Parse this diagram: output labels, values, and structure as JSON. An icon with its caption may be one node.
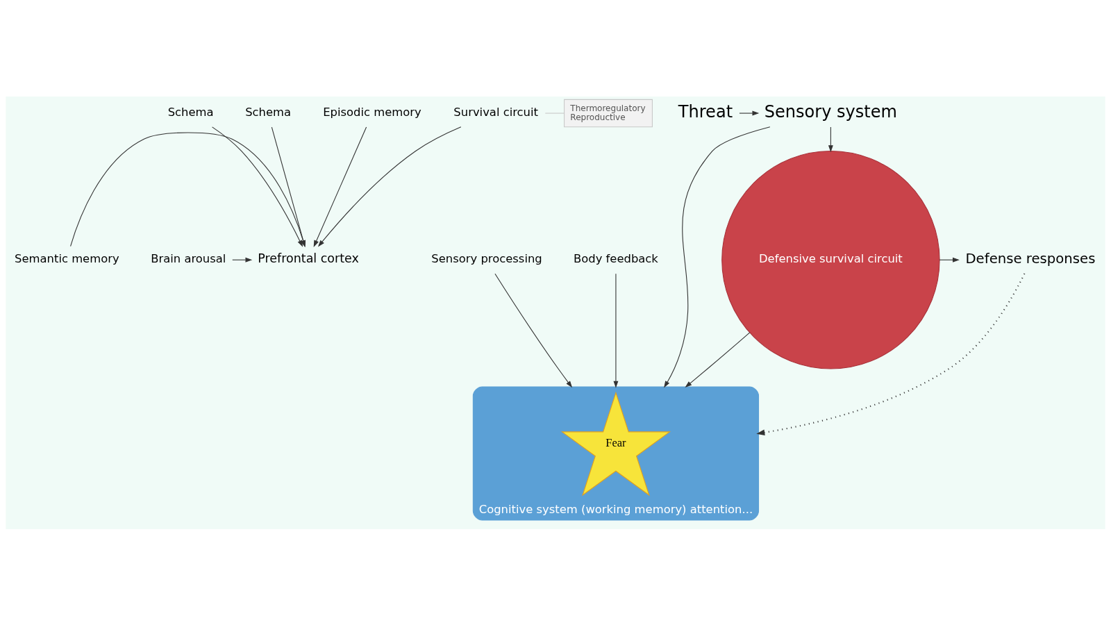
{
  "diagram": {
    "nodes": [
      {
        "text": [
          "Schema"
        ]
      },
      {
        "text": [
          "Schema"
        ]
      },
      {
        "text": [
          "Episodic memory"
        ]
      },
      {
        "text": [
          "Survival circuit"
        ]
      },
      {
        "text": [
          "Thermoregulatory",
          "Reproductive"
        ]
      },
      {
        "text": [
          "Semantic memory"
        ]
      },
      {
        "text": [
          "Prefrontal cortex"
        ]
      },
      {
        "text": [
          "Brain arousal"
        ]
      },
      {
        "text": [
          "Sensory processing"
        ]
      },
      {
        "text": [
          "Cognitive system (working memory) attention..."
        ]
      },
      {
        "text": [
          "Fear"
        ],
        "in": 9
      },
      {
        "text": [
          "Body feedback"
        ]
      },
      {
        "text": [
          "Threat"
        ]
      },
      {
        "text": [
          "Sensory system"
        ]
      },
      {
        "text": [
          "Defensive survival circuit"
        ]
      },
      {
        "text": [
          "Defense responses"
        ]
      }
    ],
    "edges": [
      {
        "from": 0,
        "to": 6,
        "arrow": "to"
      },
      {
        "from": 1,
        "to": 6,
        "arrow": "to"
      },
      {
        "from": 2,
        "to": 6,
        "arrow": "to"
      },
      {
        "from": 3,
        "to": 6,
        "arrow": "to"
      },
      {
        "from": 3,
        "to": 4,
        "arrow": "none",
        "color": "#c8c8c8"
      },
      {
        "from": 5,
        "to": 6,
        "arrow": "to"
      },
      {
        "from": 7,
        "to": 6,
        "arrow": "to"
      },
      {
        "from": 8,
        "to": 9,
        "arrow": "to"
      },
      {
        "from": 11,
        "to": 9,
        "arrow": "to"
      },
      {
        "from": 12,
        "to": 13,
        "arrow": "to"
      },
      {
        "from": 13,
        "to": 9,
        "arrow": "to"
      },
      {
        "from": 13,
        "to": 14,
        "arrow": "to"
      },
      {
        "from": 14,
        "to": 9,
        "arrow": "to"
      },
      {
        "from": 14,
        "to": 15,
        "arrow": "to"
      },
      {
        "from": 15,
        "to": 9,
        "arrow": "to",
        "style": "dashed"
      }
    ]
  }
}
